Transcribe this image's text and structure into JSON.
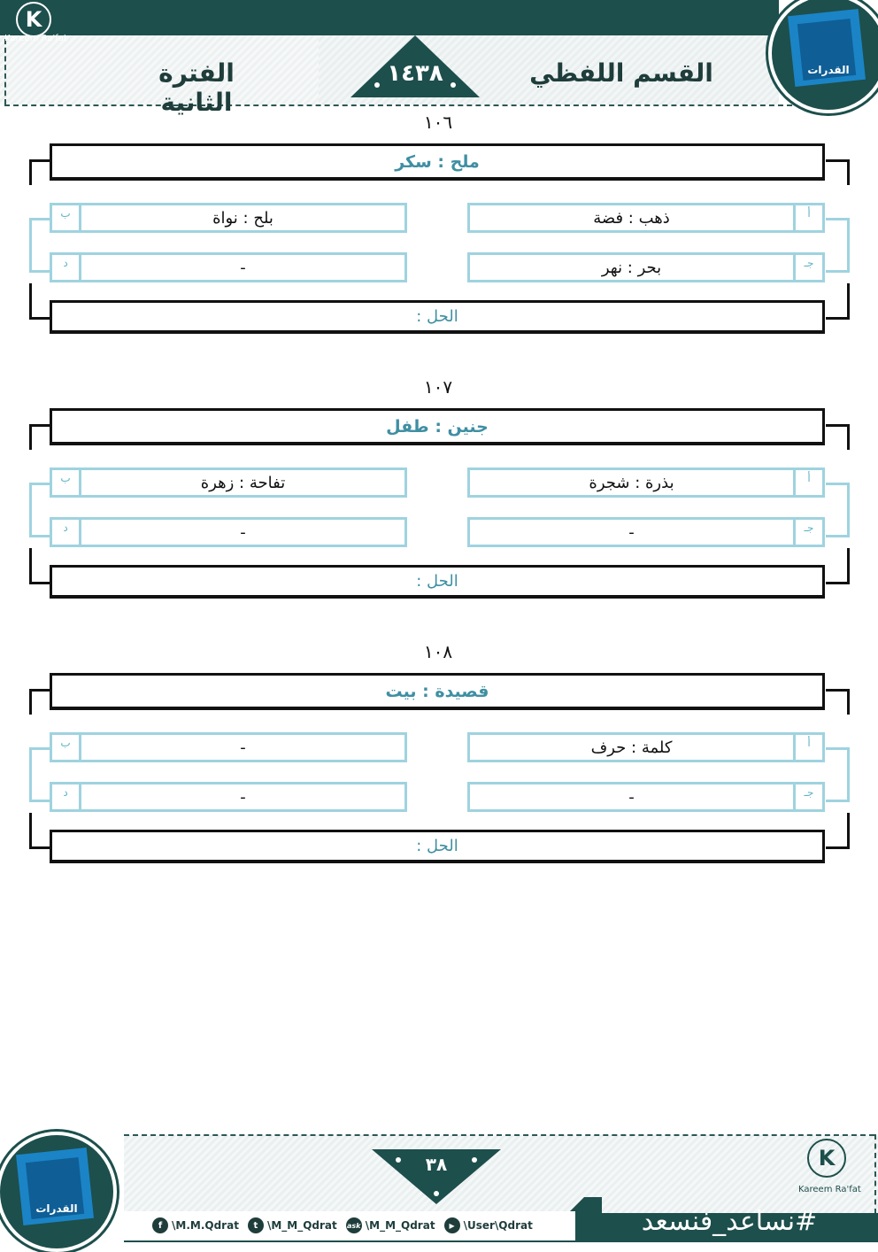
{
  "header": {
    "section_title": "القسم اللفظي",
    "period_title": "الفترة الثانية",
    "year": "١٤٣٨",
    "logo_letter": "K",
    "logo_name": "Kareem Ra'fat",
    "brand_text": "القدرات"
  },
  "questions": [
    {
      "number": "١٠٦",
      "stem": "ملح : سكر",
      "options": [
        {
          "label": "أ",
          "text": "ذهب : فضة"
        },
        {
          "label": "ب",
          "text": "بلح : نواة"
        },
        {
          "label": "جـ",
          "text": "بحر : نهر"
        },
        {
          "label": "د",
          "text": "-"
        }
      ],
      "solution": "الحل :"
    },
    {
      "number": "١٠٧",
      "stem": "جنين : طفل",
      "options": [
        {
          "label": "أ",
          "text": "بذرة : شجرة"
        },
        {
          "label": "ب",
          "text": "تفاحة : زهرة"
        },
        {
          "label": "جـ",
          "text": "-"
        },
        {
          "label": "د",
          "text": "-"
        }
      ],
      "solution": "الحل :"
    },
    {
      "number": "١٠٨",
      "stem": "قصيدة : بيت",
      "options": [
        {
          "label": "أ",
          "text": "كلمة : حرف"
        },
        {
          "label": "ب",
          "text": "-"
        },
        {
          "label": "جـ",
          "text": "-"
        },
        {
          "label": "د",
          "text": "-"
        }
      ],
      "solution": "الحل :"
    }
  ],
  "footer": {
    "page_number": "٣٨",
    "hashtag": "#نساعد_فنسعد",
    "socials": [
      {
        "icon": "facebook-icon",
        "glyph": "f",
        "text": "\\M.M.Qdrat"
      },
      {
        "icon": "twitter-icon",
        "glyph": "t",
        "text": "\\M_M_Qdrat"
      },
      {
        "icon": "askfm-icon",
        "glyph": "ask",
        "text": "\\M_M_Qdrat"
      },
      {
        "icon": "youtube-icon",
        "glyph": "▶",
        "text": "\\User\\Qdrat"
      }
    ],
    "logo_letter": "K",
    "logo_name": "Kareem Ra'fat",
    "brand_text": "القدرات"
  },
  "colors": {
    "primary": "#1d4f4c",
    "accent": "#3f8fa3",
    "option_border": "#9fd3df"
  }
}
